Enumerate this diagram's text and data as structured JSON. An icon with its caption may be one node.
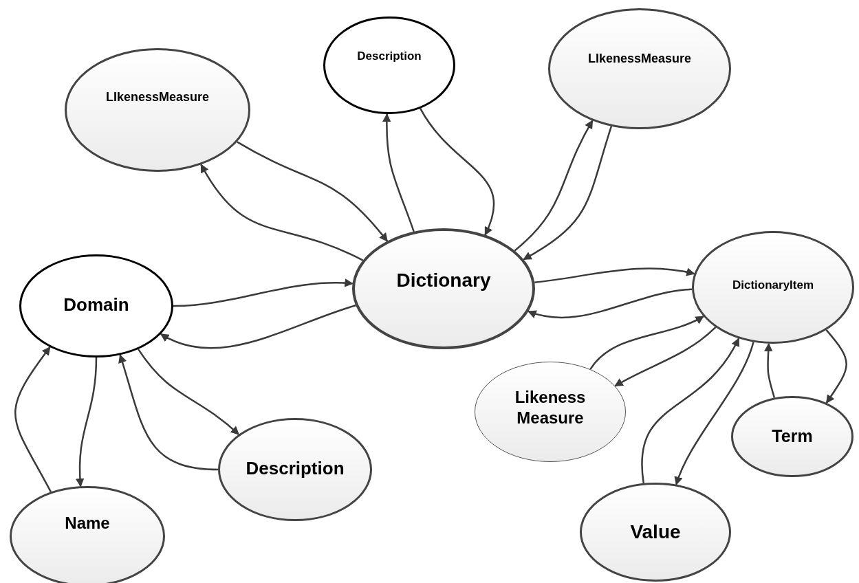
{
  "diagram": {
    "nodes": [
      {
        "text": [
          "LIkenessMeasure"
        ]
      },
      {
        "text": [
          "Description"
        ]
      },
      {
        "text": [
          "LIkenessMeasure"
        ]
      },
      {
        "text": [
          "Dictionary"
        ]
      },
      {
        "text": [
          "Domain"
        ]
      },
      {
        "text": [
          "DictionaryItem"
        ]
      },
      {
        "text": [
          "Likeness Measure"
        ]
      },
      {
        "text": [
          "Term"
        ]
      },
      {
        "text": [
          "Value"
        ]
      },
      {
        "text": [
          "Description"
        ]
      },
      {
        "text": [
          "Name"
        ]
      }
    ],
    "edges": [
      {
        "from": 3,
        "to": 0,
        "arrow": "to"
      },
      {
        "from": 0,
        "to": 3,
        "arrow": "to"
      },
      {
        "from": 3,
        "to": 1,
        "arrow": "to"
      },
      {
        "from": 1,
        "to": 3,
        "arrow": "to"
      },
      {
        "from": 3,
        "to": 2,
        "arrow": "to"
      },
      {
        "from": 2,
        "to": 3,
        "arrow": "to"
      },
      {
        "from": 3,
        "to": 5,
        "arrow": "to"
      },
      {
        "from": 5,
        "to": 3,
        "arrow": "to"
      },
      {
        "from": 4,
        "to": 3,
        "arrow": "to"
      },
      {
        "from": 3,
        "to": 4,
        "arrow": "to"
      },
      {
        "from": 6,
        "to": 5,
        "arrow": "to"
      },
      {
        "from": 5,
        "to": 6,
        "arrow": "to"
      },
      {
        "from": 8,
        "to": 5,
        "arrow": "to"
      },
      {
        "from": 5,
        "to": 8,
        "arrow": "to"
      },
      {
        "from": 7,
        "to": 5,
        "arrow": "to"
      },
      {
        "from": 5,
        "to": 7,
        "arrow": "to"
      },
      {
        "from": 10,
        "to": 4,
        "arrow": "to"
      },
      {
        "from": 4,
        "to": 10,
        "arrow": "to"
      },
      {
        "from": 9,
        "to": 4,
        "arrow": "to"
      },
      {
        "from": 4,
        "to": 9,
        "arrow": "to"
      }
    ]
  }
}
